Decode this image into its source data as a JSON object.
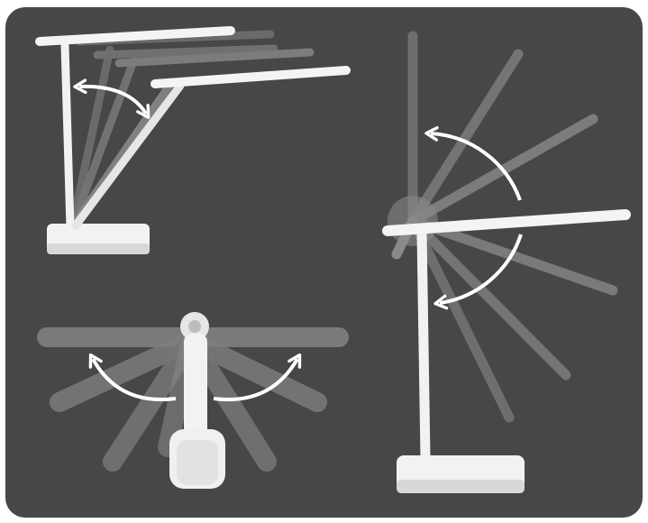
{
  "colors": {
    "panel_background": "#474746",
    "lamp_body": "#f2f2f2",
    "lamp_shadow": "#cfcfcf",
    "ghost_arm": "#8a8a8a",
    "arrow": "#ffffff"
  },
  "illustrations": [
    {
      "name": "arm-tilt-view",
      "motion": "rotation-arrow"
    },
    {
      "name": "head-rotation-view",
      "motion": "rotation-arrow"
    },
    {
      "name": "head-swivel-view",
      "motion": "rotation-arrow"
    }
  ]
}
